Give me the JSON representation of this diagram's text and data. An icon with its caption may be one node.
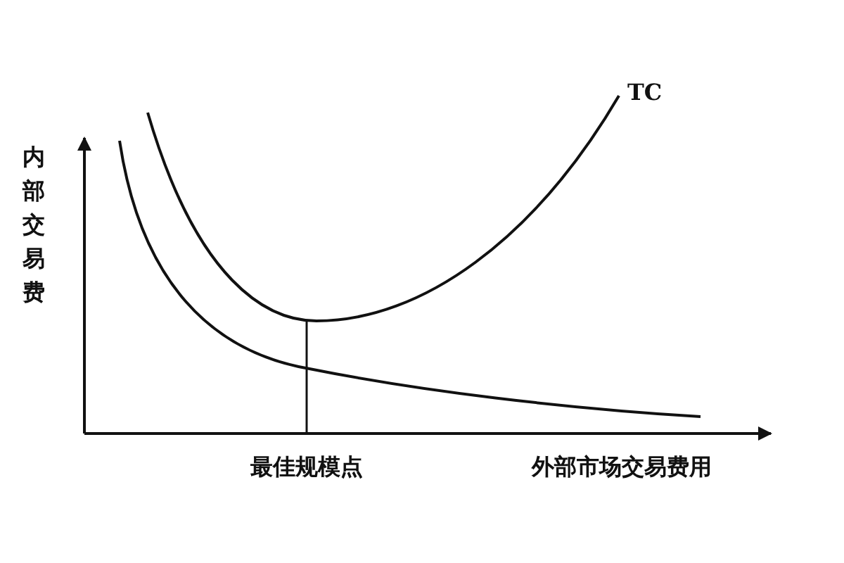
{
  "diagram": {
    "labels": [
      "TC",
      "内部交易费",
      "最佳规模点",
      "外部市场交易费用"
    ]
  }
}
